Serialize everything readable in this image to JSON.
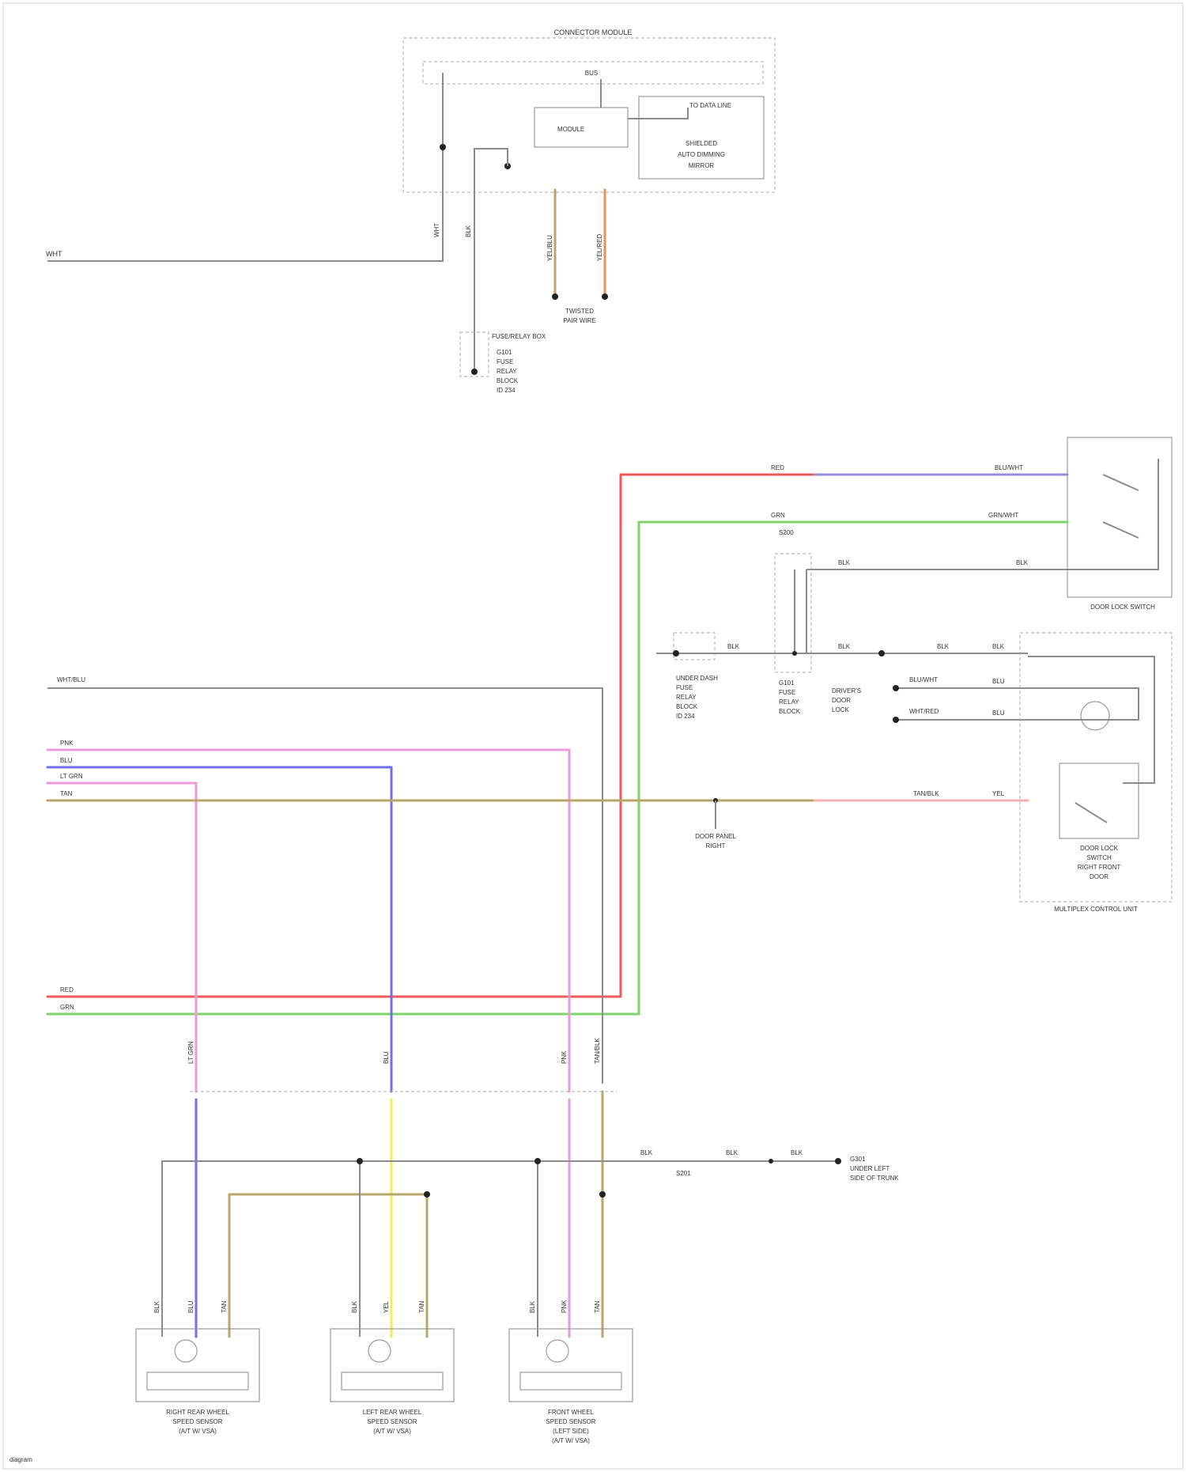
{
  "title": "CONNECTOR MODULE",
  "colors": {
    "red": "#ef5a5a",
    "green": "#7ed36b",
    "blue": "#6f6fe6",
    "pink": "#ef9ad8",
    "yellow": "#eeee55",
    "tan": "#b8a56a",
    "gray": "#8c8c8c",
    "orange": "#e8925a",
    "light_pink": "#f4b0b0",
    "purple": "#9a8ad8"
  },
  "top_module": {
    "label": "CONNECTOR MODULE",
    "inner_bus": "BUS",
    "left_block": "MODULE",
    "right_block_lines": [
      "SHIELDED",
      "AUTO DIMMING",
      "MIRROR"
    ],
    "side_note": "TO DATA LINE",
    "wire_labels": [
      "WHT",
      "BLK",
      "YEL/BLU",
      "YEL/RED"
    ],
    "left_wire": "WHT",
    "ground_lines": [
      "G101",
      "FUSE",
      "RELAY",
      "BLOCK",
      "ID 234"
    ],
    "splice_lines": [
      "TWISTED",
      "PAIR WIRE"
    ],
    "ground_note": "FUSE/RELAY BOX"
  },
  "right_switch": {
    "label": "DOOR LOCK SWITCH",
    "wire_labels": [
      "RED",
      "GRN",
      "BLU/WHT",
      "GRN/WHT",
      "BLK",
      "BLK"
    ]
  },
  "middle": {
    "splice_label": "S200",
    "block1_lines": [
      "UNDER DASH",
      "FUSE",
      "RELAY",
      "BLOCK",
      "ID 234"
    ],
    "block2_lines": [
      "G101",
      "FUSE",
      "RELAY",
      "BLOCK"
    ],
    "block3_lines": [
      "DRIVER'S",
      "DOOR",
      "LOCK"
    ],
    "lock_wires": [
      "BLU/WHT",
      "WHT/RED"
    ],
    "wire_labels": [
      "BLK",
      "BLK",
      "BLK",
      "BLK"
    ],
    "tan_wire": "TAN/BLK",
    "ground_note": [
      "DOOR PANEL",
      "RIGHT"
    ],
    "right_box_label": "MULTIPLEX CONTROL UNIT",
    "right_box_inner": [
      "DOOR LOCK",
      "SWITCH",
      "RIGHT FRONT",
      "DOOR"
    ],
    "right_wire_labels": [
      "BLU",
      "BLU",
      "YEL"
    ]
  },
  "left_connector": {
    "top_label": "WHT/BLU",
    "pin_labels": [
      "PNK",
      "BLU",
      "LT GRN",
      "TAN"
    ],
    "bottom_labels": [
      "RED",
      "GRN"
    ]
  },
  "vertical_labels": [
    "LT GRN",
    "BLU",
    "PNK",
    "TAN/BLK"
  ],
  "bottom": {
    "splice_label": "S201",
    "ground_lines": [
      "G301",
      "UNDER LEFT",
      "SIDE OF TRUNK"
    ],
    "wire_labels": [
      "BLK",
      "BLK",
      "BLK"
    ],
    "sensors": [
      {
        "label_lines": [
          "RIGHT REAR WHEEL",
          "SPEED SENSOR",
          "(A/T W/ VSA)"
        ],
        "pins": [
          "BLK",
          "BLU",
          "TAN"
        ]
      },
      {
        "label_lines": [
          "LEFT REAR WHEEL",
          "SPEED SENSOR",
          "(A/T W/ VSA)"
        ],
        "pins": [
          "BLK",
          "YEL",
          "TAN"
        ]
      },
      {
        "label_lines": [
          "FRONT WHEEL",
          "SPEED SENSOR",
          "(LEFT SIDE)",
          "(A/T W/ VSA)"
        ],
        "pins": [
          "BLK",
          "PNK",
          "TAN"
        ]
      }
    ]
  },
  "footer": "diagram"
}
